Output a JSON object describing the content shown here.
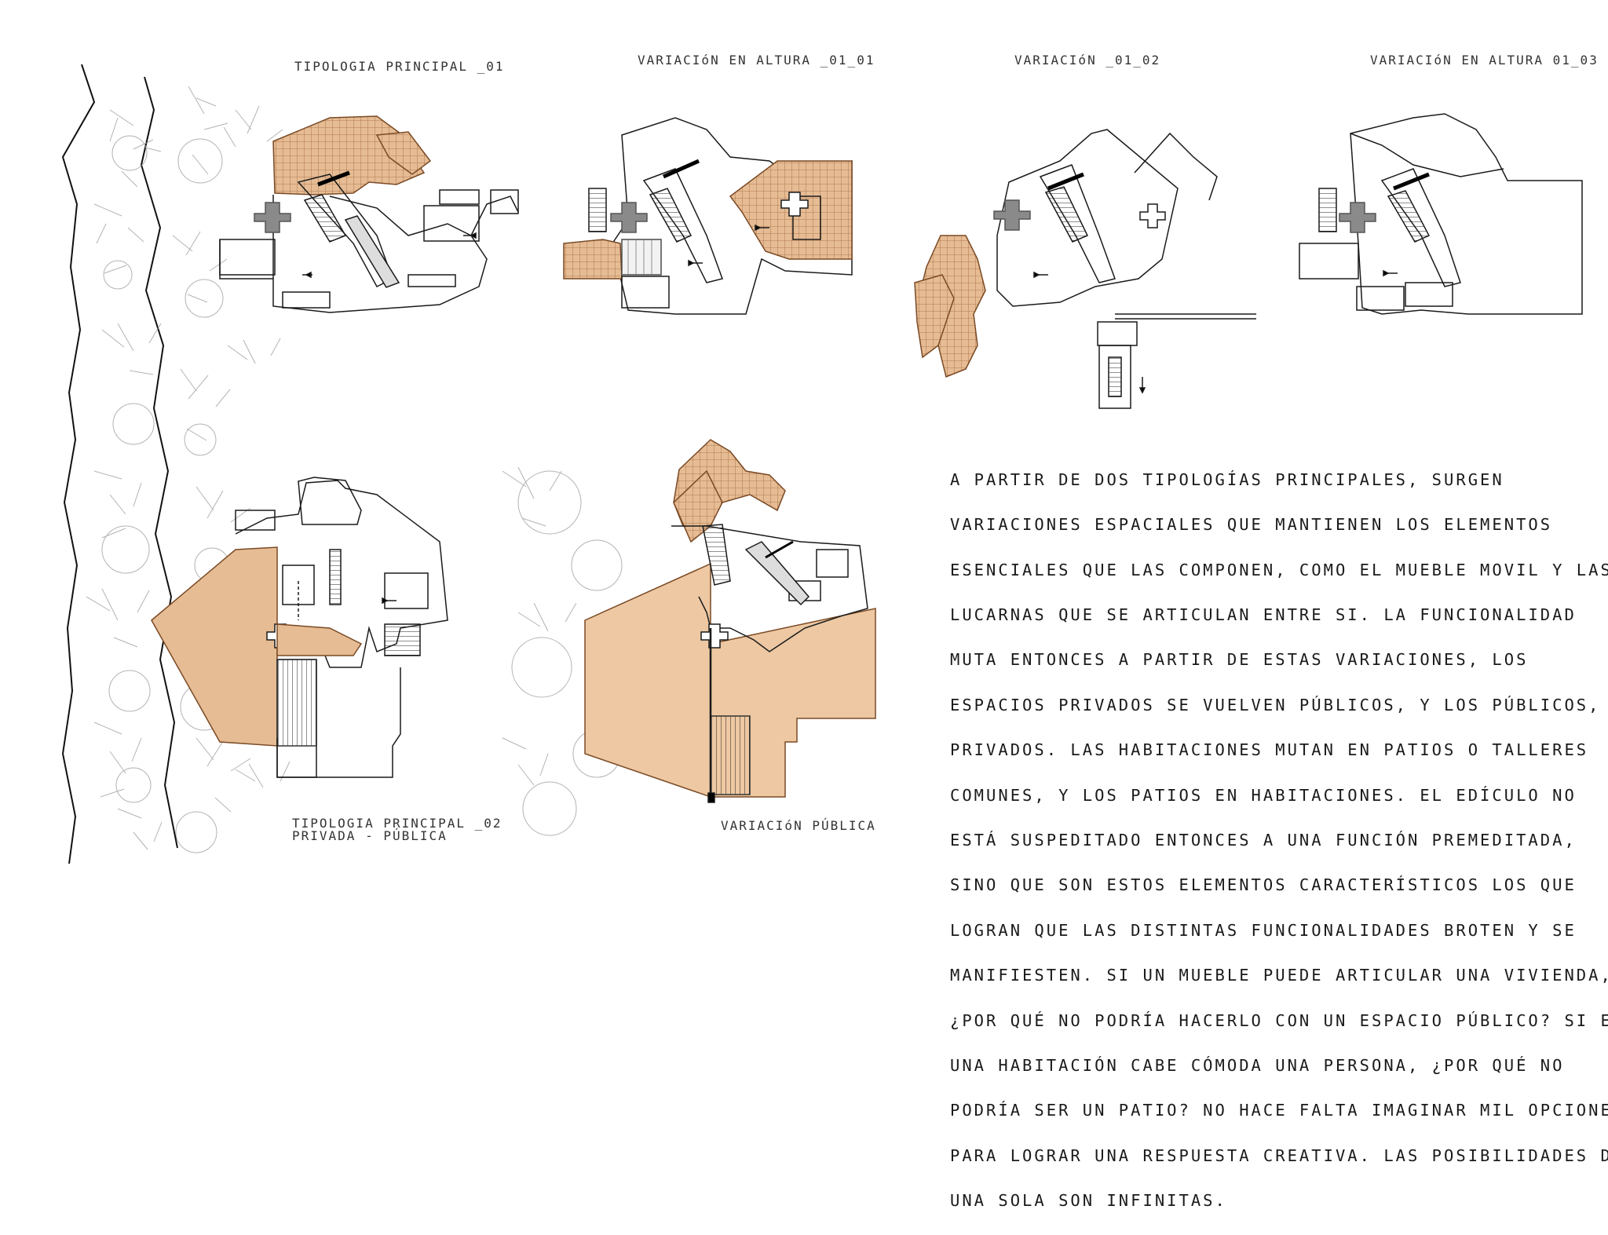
{
  "titles": {
    "tipologia_01": "TIPOLOGIA PRINCIPAL _01",
    "variacion_altura_01_01": "VARIACIóN EN ALTURA _01_01",
    "variacion_01_02": "VARIACIóN _01_02",
    "variacion_altura_01_03": "VARIACIóN EN ALTURA 01_03",
    "tipologia_02_line1": "TIPOLOGIA PRINCIPAL _02",
    "tipologia_02_line2": "PRIVADA - PÚBLICA",
    "variacion_publica": "VARIACIóN PÚBLICA"
  },
  "description": {
    "lines": [
      "A PARTIR DE DOS TIPOLOGÍAS PRINCIPALES, SURGEN",
      "VARIACIONES ESPACIALES QUE MANTIENEN LOS ELEMENTOS",
      "ESENCIALES QUE LAS COMPONEN, COMO EL MUEBLE MOVIL Y LAS",
      "LUCARNAS QUE SE ARTICULAN ENTRE SI. LA FUNCIONALIDAD",
      "MUTA ENTONCES A PARTIR DE ESTAS VARIACIONES, LOS",
      "ESPACIOS PRIVADOS SE VUELVEN PÚBLICOS, Y LOS PÚBLICOS,",
      "PRIVADOS. LAS HABITACIONES MUTAN EN PATIOS O TALLERES",
      "COMUNES, Y LOS PATIOS EN HABITACIONES. EL EDÍCULO NO",
      "ESTÁ SUSPEDITADO ENTONCES A UNA FUNCIÓN PREMEDITADA,",
      "SINO QUE SON ESTOS ELEMENTOS CARACTERÍSTICOS LOS QUE",
      "LOGRAN QUE LAS DISTINTAS FUNCIONALIDADES BROTEN Y SE",
      "MANIFIESTEN. SI UN MUEBLE PUEDE ARTICULAR UNA VIVIENDA,",
      "¿POR QUÉ NO PODRÍA HACERLO CON UN ESPACIO PÚBLICO? SI EN",
      "UNA HABITACIÓN CABE CÓMODA UNA PERSONA, ¿POR QUÉ NO",
      "PODRÍA SER UN PATIO? NO HACE FALTA IMAGINAR MIL OPCIONES",
      "PARA LOGRAR UNA RESPUESTA CREATIVA. LAS POSIBILIDADES DE",
      "UNA SOLA SON INFINITAS."
    ]
  },
  "colors": {
    "deck_fill": "#e6bc94",
    "deck_hatch": "#a0683e",
    "patio_fill": "#edc8a2",
    "line": "#1a1a1a",
    "vegetation": "#9a9a9a",
    "stair_grey": "#8a8a8a"
  }
}
